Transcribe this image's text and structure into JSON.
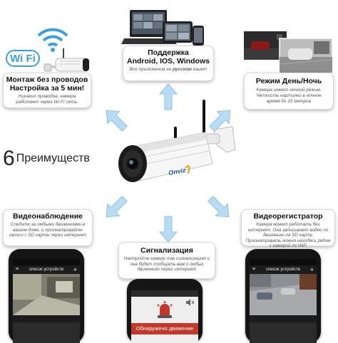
{
  "wifi": {
    "label": "Wi Fi"
  },
  "center": {
    "number": "6",
    "title": "Преимуществ",
    "brand": "Onviz"
  },
  "cards": {
    "wireless": {
      "title1": "Монтаж без проводов",
      "title2": "Настройка за 5 мин!",
      "desc": "Никаких проводов, камера работает через Wi-Fi сеть."
    },
    "platforms": {
      "title1": "Поддержка",
      "title2": "Android, IOS, Windows",
      "desc_pre": "Все приложения на ",
      "desc_bold": "русском",
      "desc_post": " языке!"
    },
    "daynight": {
      "title": "Режим День/Ночь",
      "desc": "Камера имеет ночной режим. Четкость картинки в ночное время до 15 метров"
    },
    "monitoring": {
      "title": "Видеонаблюдение",
      "desc": "Следите за любыми движениями в вашем доме, и просматривайте записи с SD карты через интернет"
    },
    "alarm": {
      "title": "Сигнализация",
      "desc": "Настройте камеру так сигнализацию и она будет сообщать вам о любых движениях через интернет"
    },
    "recorder": {
      "title": "Видеорегистратор",
      "desc": "Камера может работать без интернет. Она записывает видео по движению на SD карту. Просматривать можно находясь рядом с камерой по WiFi"
    }
  },
  "phones": {
    "left": {
      "toolbar": "список устройств",
      "plus": "+",
      "menu": "≡"
    },
    "middle": {
      "alert": "Обнаружено движение"
    },
    "right": {
      "toolbar": "список устройств",
      "plus": "+",
      "menu": "≡"
    }
  },
  "colors": {
    "arrow": "#b9dcf5",
    "arrow_stroke": "#8fc1e6",
    "wifi_blue": "#3aa0e0",
    "alert_red": "#c0392b"
  }
}
